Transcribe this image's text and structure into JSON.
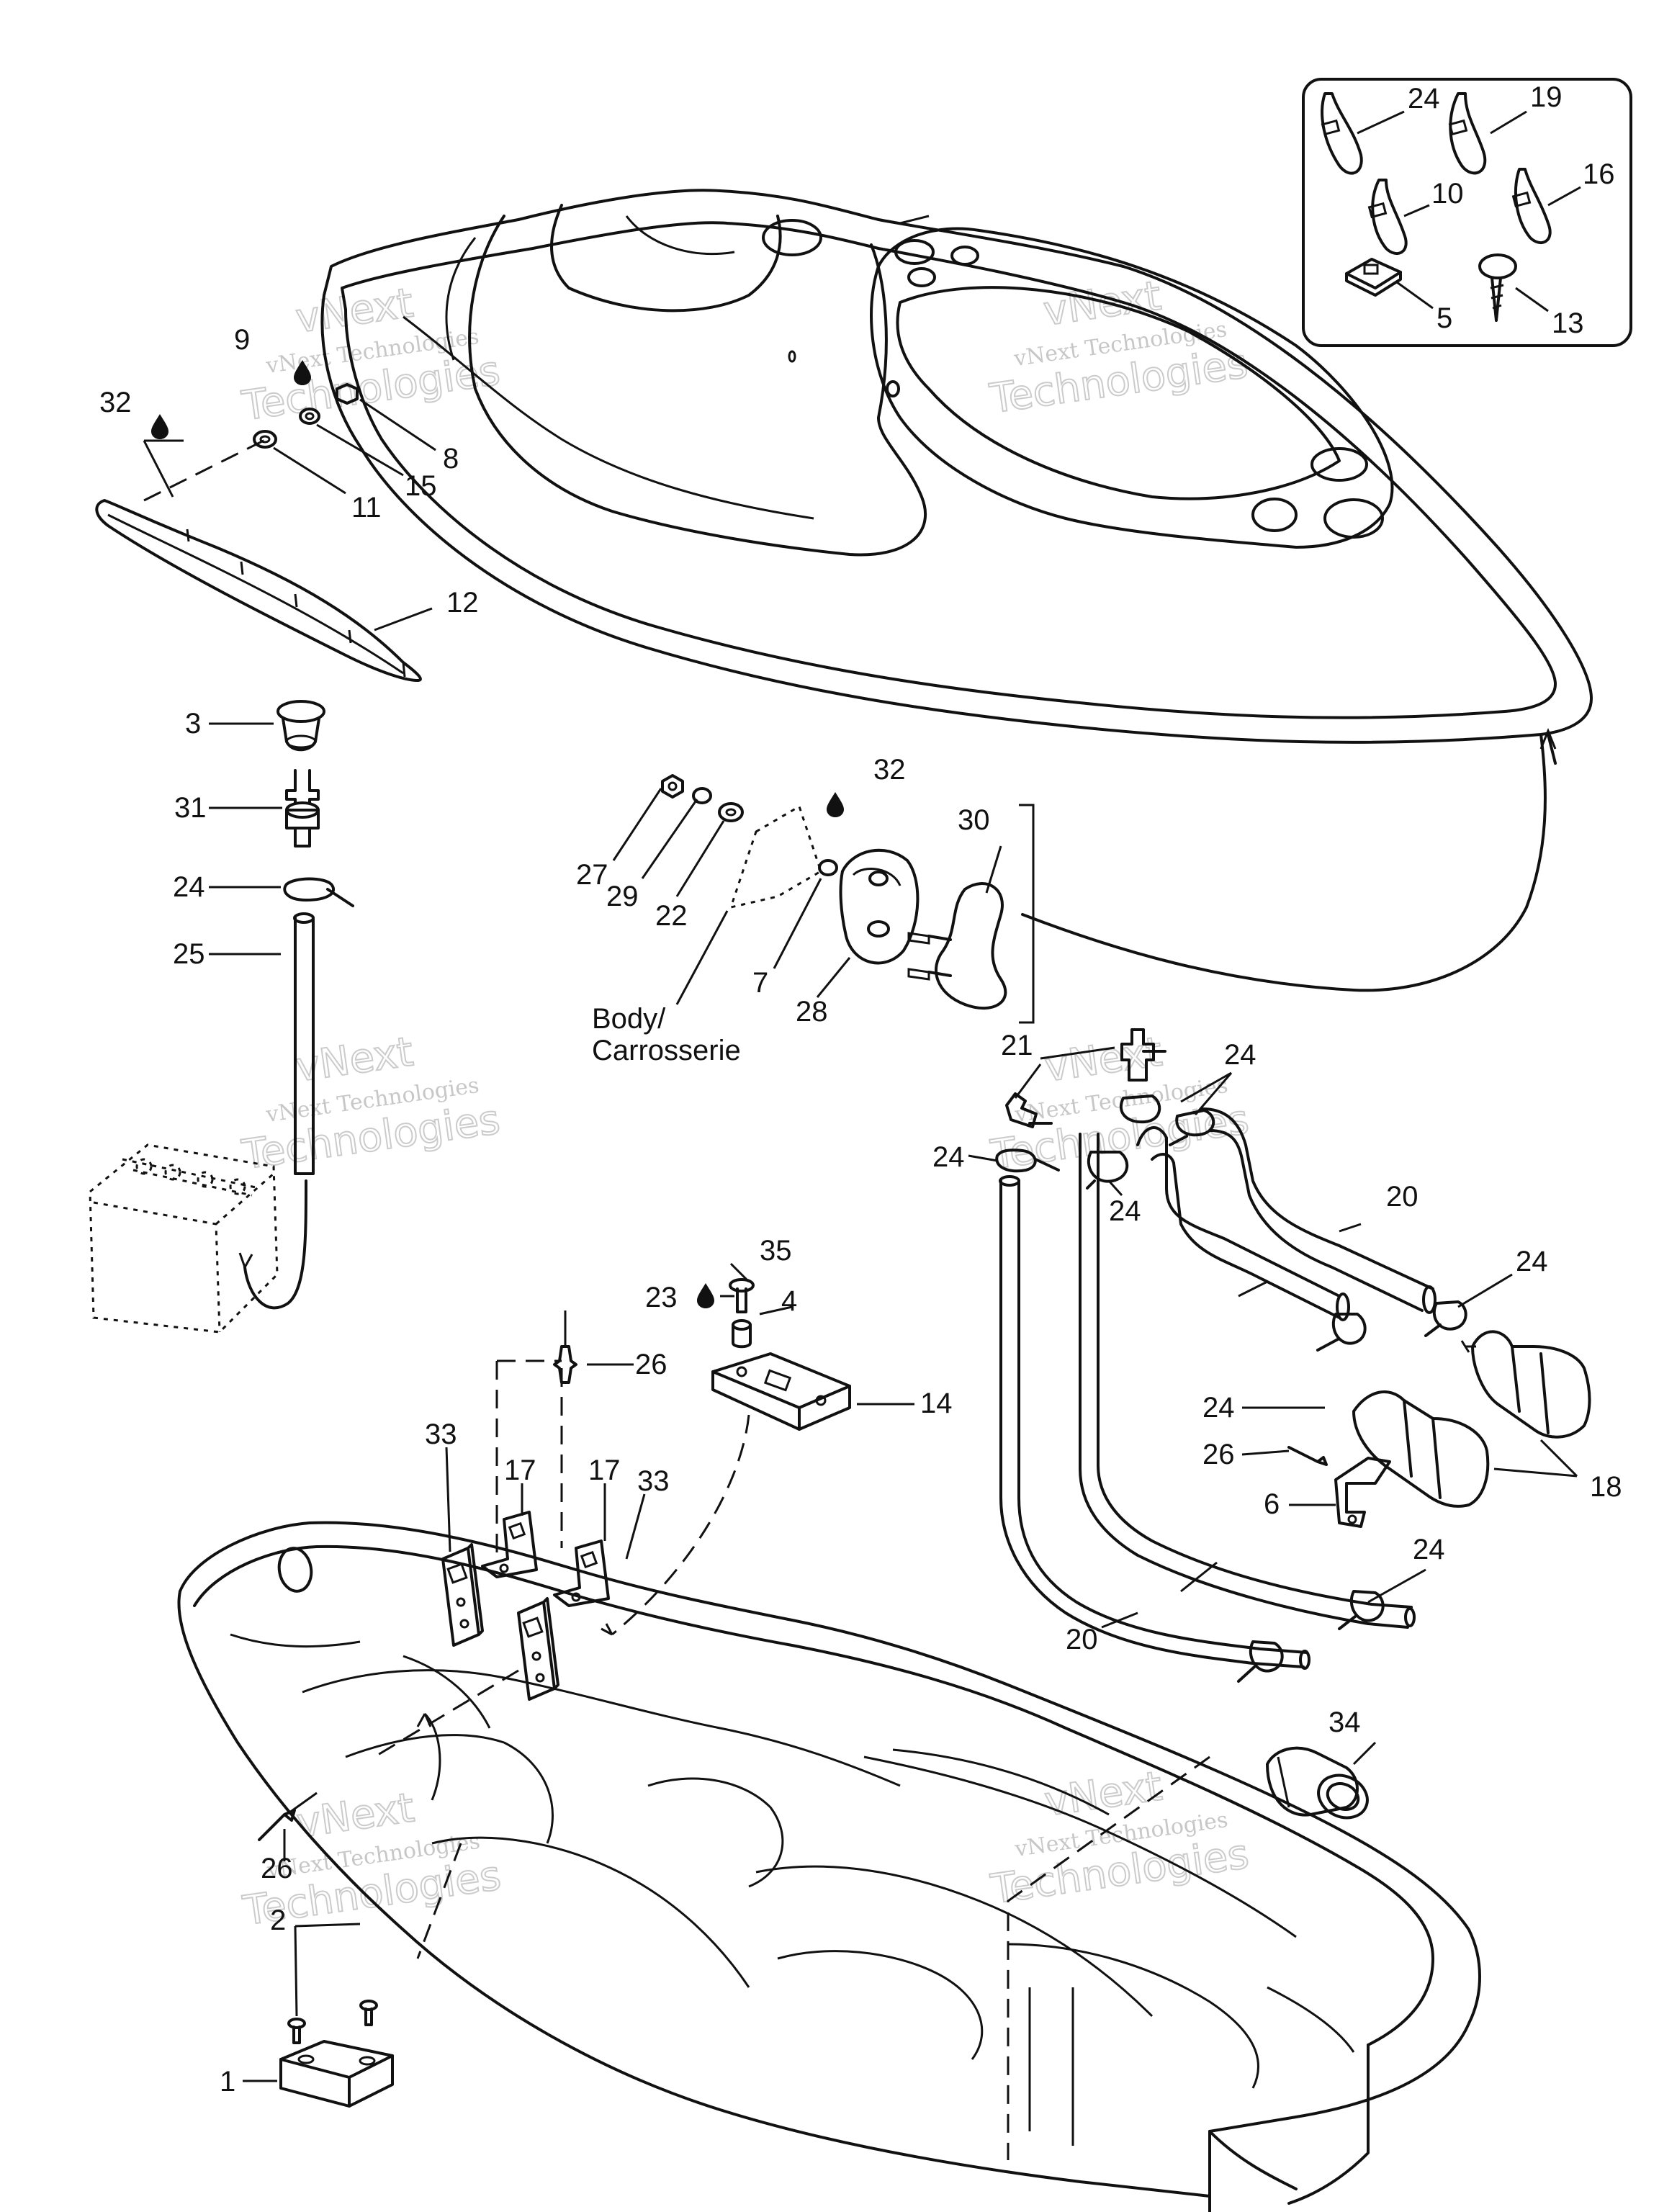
{
  "labels": {
    "l1": "1",
    "l2": "2",
    "l3": "3",
    "l4": "4",
    "l5": "5",
    "l6": "6",
    "l7": "7",
    "l8": "8",
    "l9": "9",
    "l10": "10",
    "l11": "11",
    "l12": "12",
    "l13": "13",
    "l14": "14",
    "l15": "15",
    "l16": "16",
    "l17a": "17",
    "l17b": "17",
    "l18": "18",
    "l19": "19",
    "l20a": "20",
    "l20b": "20",
    "l21": "21",
    "l22": "22",
    "l23": "23",
    "l24a": "24",
    "l24b": "24",
    "l24c": "24",
    "l24d": "24",
    "l24e": "24",
    "l24f": "24",
    "l24g": "24",
    "l24h": "24",
    "l25": "25",
    "l26a": "26",
    "l26b": "26",
    "l26c": "26",
    "l27": "27",
    "l28": "28",
    "l29": "29",
    "l30": "30",
    "l31": "31",
    "l32a": "32",
    "l32b": "32",
    "l33a": "33",
    "l33b": "33",
    "l34": "34",
    "l35": "35",
    "body_line1": "Body/",
    "body_line2": "Carrosserie"
  },
  "watermark": {
    "line1": "vNext",
    "line2": "vNext Technologies",
    "line3": "Technologies"
  },
  "icons": [
    "adhesive-drop-icon"
  ]
}
